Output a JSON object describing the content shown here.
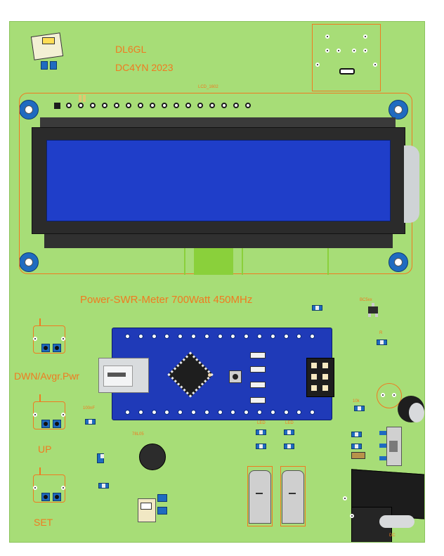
{
  "board": {
    "author_line_1": "DL6GL",
    "author_line_2": "DC4YN 2023",
    "title": "Power-SWR-Meter 700Watt 450MHz",
    "header_ref": "LCD_1602",
    "label_down": "DWN/Avgr.Pwr",
    "label_up": "UP",
    "label_set": "SET",
    "ref_transistor": "BC5xx",
    "ref_regulator": "78L05",
    "ref_capacitor": "100nF",
    "ref_trimmer": "10k",
    "ref_led": "LED",
    "ref_resistor": "R",
    "ref_dc_jack": "DC"
  },
  "colors": {
    "pcb": "#a7dd77",
    "silkscreen": "#f07a20",
    "lcd_screen": "#1f3ec9",
    "lcd_frame": "#2b2b2b",
    "arduino": "#1f3ab8",
    "pad": "#1f6bc0"
  }
}
